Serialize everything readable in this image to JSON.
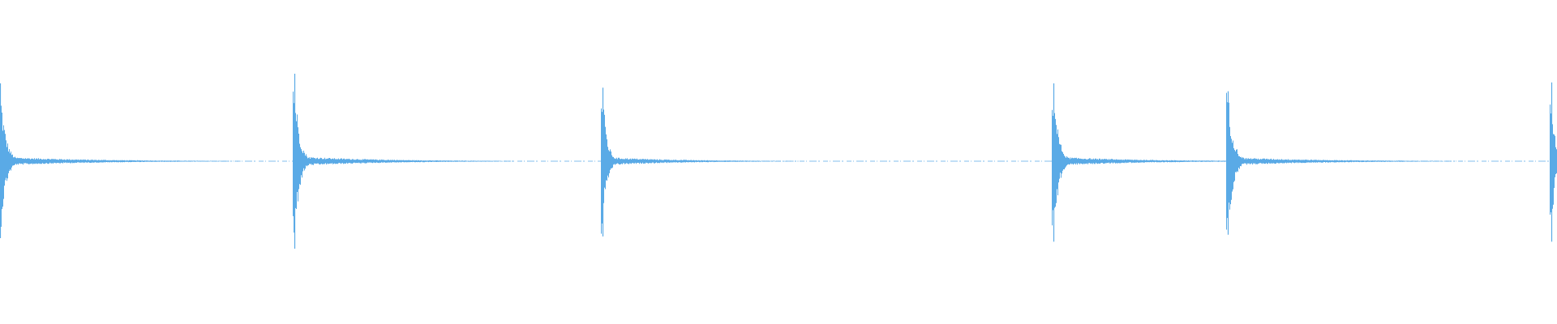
{
  "waveform": {
    "color": "#5aaae6",
    "background": "#ffffff",
    "baseline_amplitude": 0.0,
    "transients": [
      {
        "time": 0.0,
        "peak_up": 0.89,
        "peak_down": 0.88,
        "decay": 0.055
      },
      {
        "time": 0.189,
        "peak_up": 1.0,
        "peak_down": 1.0,
        "decay": 0.05
      },
      {
        "time": 0.387,
        "peak_up": 0.84,
        "peak_down": 0.86,
        "decay": 0.045
      },
      {
        "time": 0.677,
        "peak_up": 0.89,
        "peak_down": 0.92,
        "decay": 0.05
      },
      {
        "time": 0.789,
        "peak_up": 0.8,
        "peak_down": 0.84,
        "decay": 0.055
      },
      {
        "time": 0.997,
        "peak_up": 0.9,
        "peak_down": 0.92,
        "decay": 0.03
      }
    ]
  }
}
